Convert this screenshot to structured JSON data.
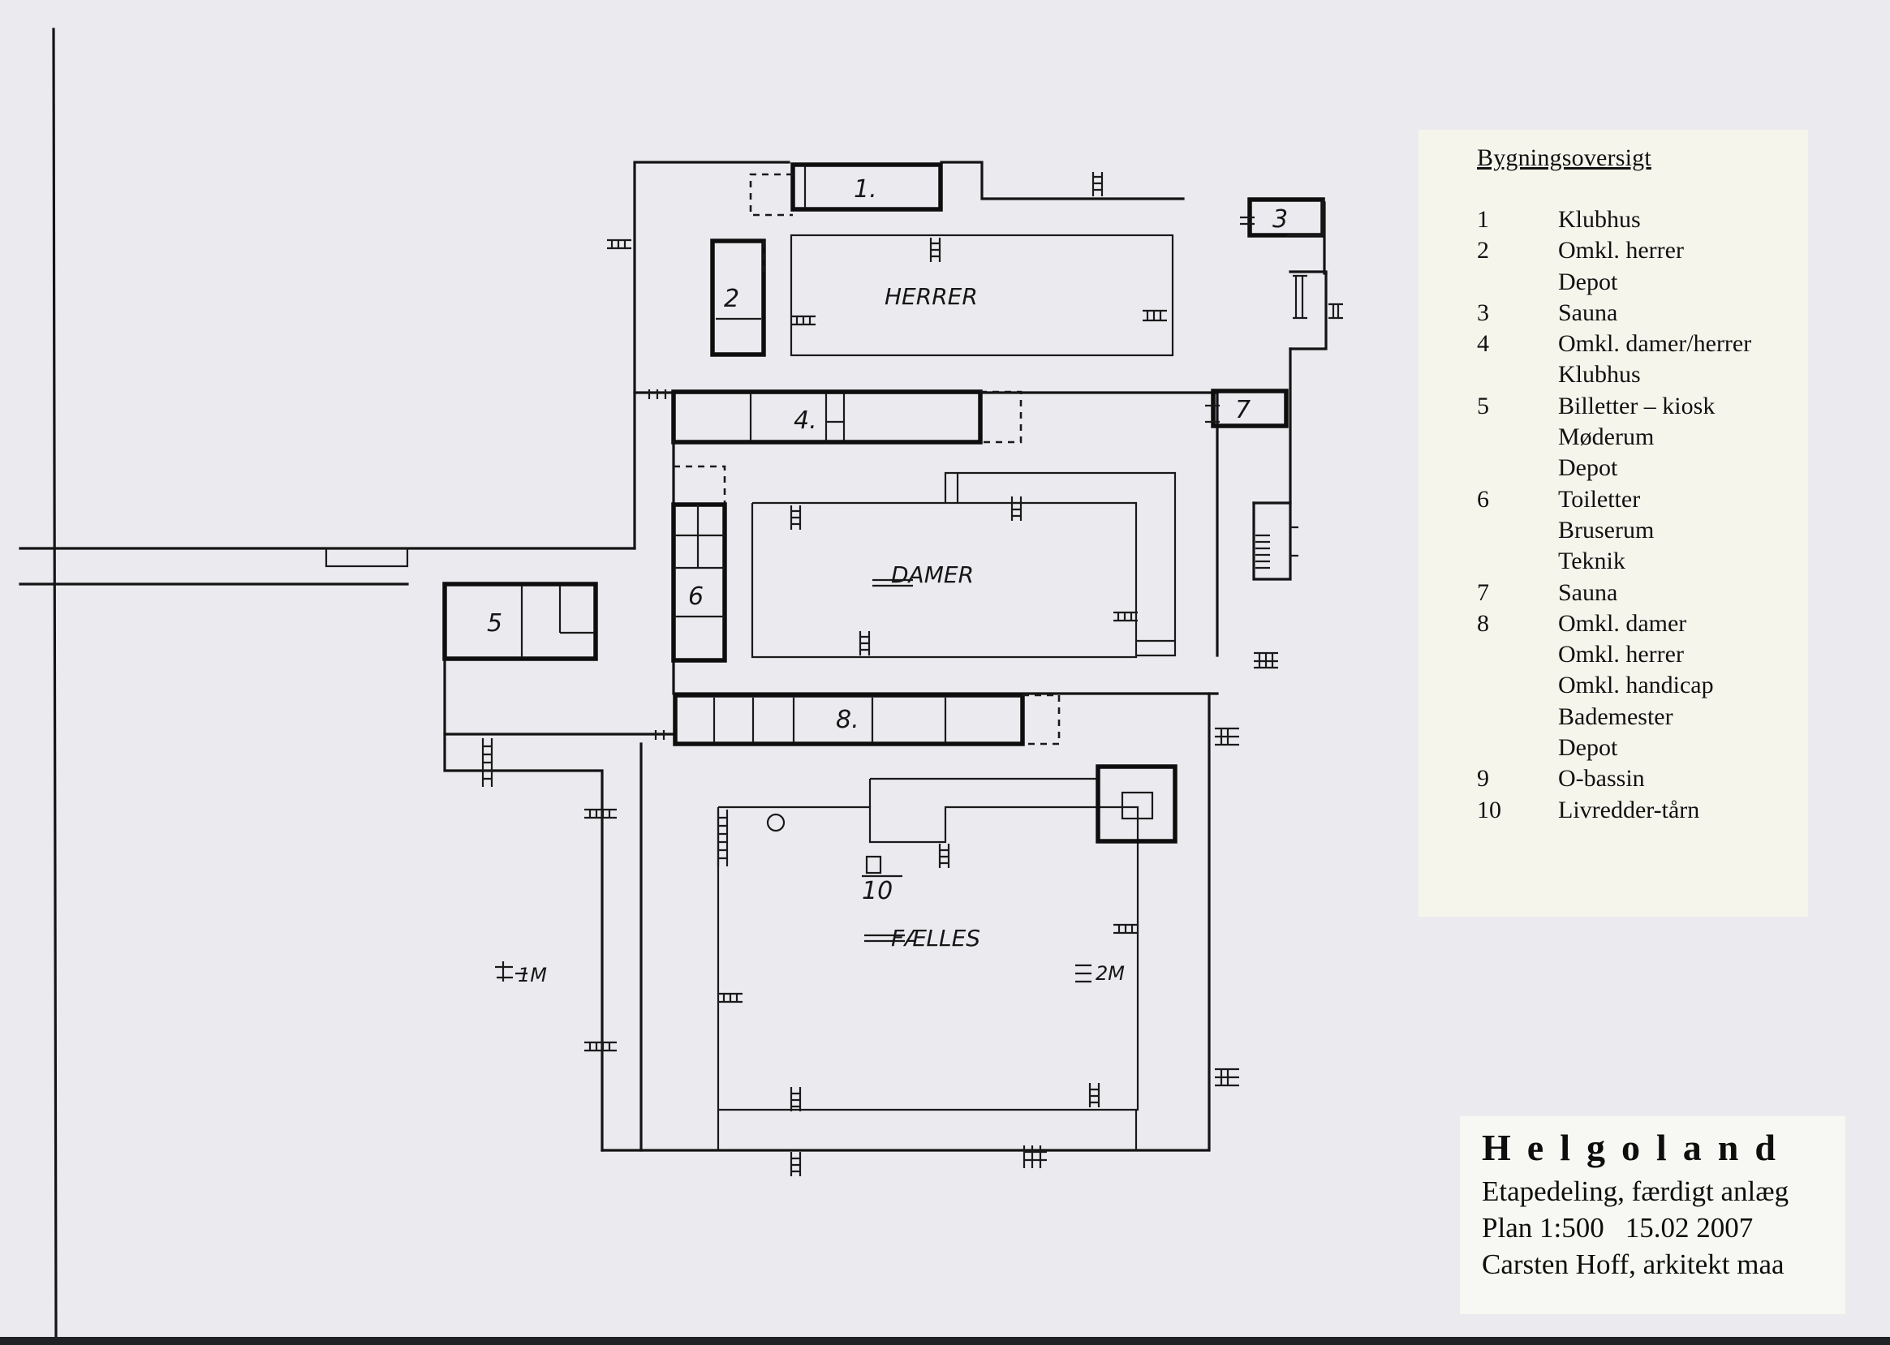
{
  "plan": {
    "zones": [
      {
        "name": "herrer",
        "label": "HERRER"
      },
      {
        "name": "damer",
        "label": "DAMER"
      },
      {
        "name": "faelles",
        "label": "FÆLLES"
      }
    ],
    "building_labels": [
      "1.",
      "2",
      "3",
      "4.",
      "5",
      "6",
      "7",
      "8.",
      "10"
    ],
    "depth_marks": [
      "1M",
      "2M"
    ]
  },
  "legend": {
    "title": "Bygningsoversigt",
    "rows": [
      {
        "num": "1",
        "label": "Klubhus"
      },
      {
        "num": "2",
        "label": "Omkl. herrer"
      },
      {
        "num": "",
        "label": "Depot"
      },
      {
        "num": "3",
        "label": "Sauna"
      },
      {
        "num": "4",
        "label": "Omkl. damer/herrer"
      },
      {
        "num": "",
        "label": "Klubhus"
      },
      {
        "num": "5",
        "label": "Billetter – kiosk"
      },
      {
        "num": "",
        "label": "Møderum"
      },
      {
        "num": "",
        "label": "Depot"
      },
      {
        "num": "6",
        "label": "Toiletter"
      },
      {
        "num": "",
        "label": "Bruserum"
      },
      {
        "num": "",
        "label": "Teknik"
      },
      {
        "num": "7",
        "label": "Sauna"
      },
      {
        "num": "8",
        "label": "Omkl. damer"
      },
      {
        "num": "",
        "label": "Omkl. herrer"
      },
      {
        "num": "",
        "label": "Omkl. handicap"
      },
      {
        "num": "",
        "label": "Bademester"
      },
      {
        "num": "",
        "label": "Depot"
      },
      {
        "num": "9",
        "label": "O-bassin"
      },
      {
        "num": "10",
        "label": "Livredder-tårn"
      }
    ]
  },
  "titleblock": {
    "title": "Helgoland",
    "subtitle": "Etapedeling, færdigt anlæg",
    "scale": "Plan 1:500",
    "date": "15.02 2007",
    "author": "Carsten Hoff, arkitekt maa"
  }
}
